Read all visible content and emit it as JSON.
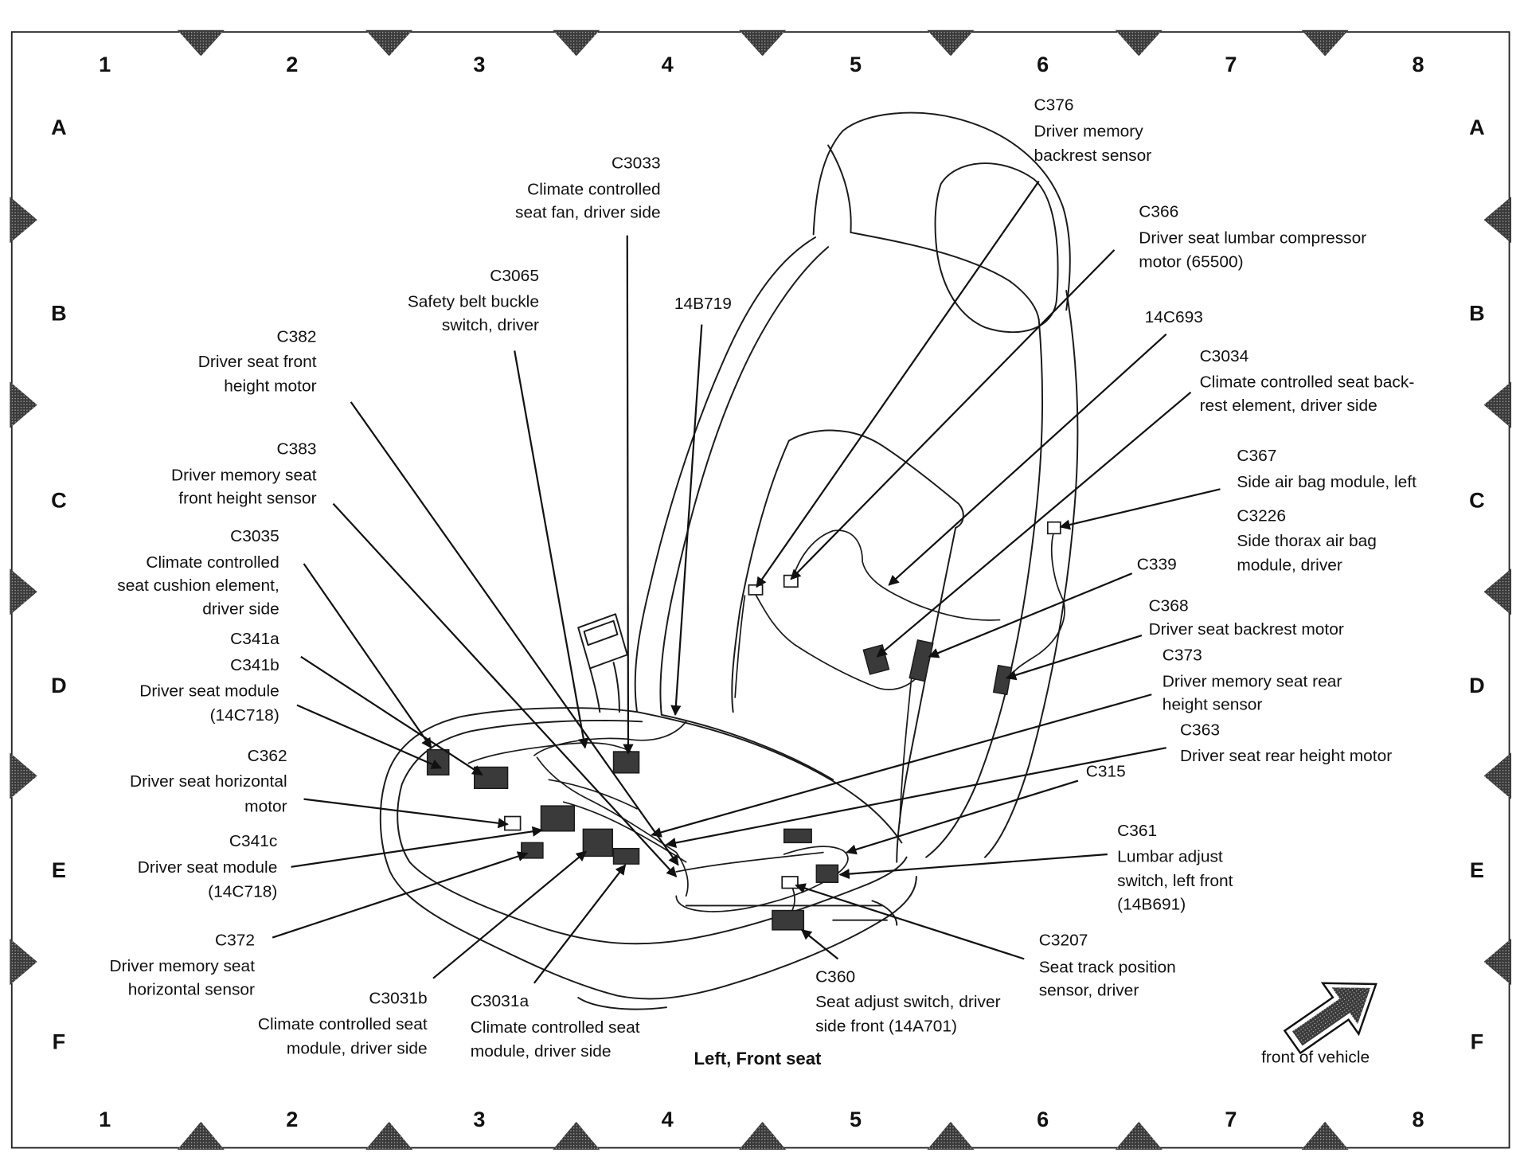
{
  "grid": {
    "columns": [
      "1",
      "2",
      "3",
      "4",
      "5",
      "6",
      "7",
      "8"
    ],
    "rows": [
      "A",
      "B",
      "C",
      "D",
      "E",
      "F"
    ]
  },
  "caption": "Left, Front seat",
  "orientation": {
    "label": "front of vehicle",
    "icon": "front-of-vehicle-arrow-icon"
  },
  "callouts": {
    "c3033": {
      "lines": [
        "C3033",
        "Climate controlled",
        "seat fan, driver side"
      ]
    },
    "c3065": {
      "lines": [
        "C3065",
        "Safety belt buckle",
        "switch, driver"
      ]
    },
    "c14b719": {
      "lines": [
        "14B719"
      ]
    },
    "c382": {
      "lines": [
        "C382",
        "Driver seat front",
        "height motor"
      ]
    },
    "c383": {
      "lines": [
        "C383",
        "Driver memory seat",
        "front height sensor"
      ]
    },
    "c3035": {
      "lines": [
        "C3035",
        "Climate controlled",
        "seat cushion element,",
        "driver side"
      ]
    },
    "c341ab": {
      "lines": [
        "C341a",
        "C341b",
        "Driver seat module",
        "(14C718)"
      ]
    },
    "c362": {
      "lines": [
        "C362",
        "Driver seat horizontal",
        "motor"
      ]
    },
    "c341c": {
      "lines": [
        "C341c",
        "Driver seat module",
        "(14C718)"
      ]
    },
    "c372": {
      "lines": [
        "C372",
        "Driver memory seat",
        "horizontal sensor"
      ]
    },
    "c3031b": {
      "lines": [
        "C3031b",
        "Climate controlled seat",
        "module, driver side"
      ]
    },
    "c3031a": {
      "lines": [
        "C3031a",
        "Climate controlled seat",
        "module, driver side"
      ]
    },
    "c376": {
      "lines": [
        "C376",
        "Driver memory",
        "backrest sensor"
      ]
    },
    "c366": {
      "lines": [
        "C366",
        "Driver seat lumbar compressor",
        "motor (65500)"
      ]
    },
    "c14c693": {
      "lines": [
        "14C693"
      ]
    },
    "c3034": {
      "lines": [
        "C3034",
        "Climate controlled seat back-",
        "rest element, driver side"
      ]
    },
    "c367": {
      "lines": [
        "C367",
        "Side air bag module, left"
      ]
    },
    "c3226": {
      "lines": [
        "C3226",
        "Side thorax air bag",
        "module, driver"
      ]
    },
    "c339": {
      "lines": [
        "C339"
      ]
    },
    "c368": {
      "lines": [
        "C368",
        "Driver seat backrest motor"
      ]
    },
    "c373": {
      "lines": [
        "C373",
        "Driver memory seat rear",
        "height sensor"
      ]
    },
    "c363": {
      "lines": [
        "C363",
        "Driver seat rear height motor"
      ]
    },
    "c315": {
      "lines": [
        "C315"
      ]
    },
    "c361": {
      "lines": [
        "C361",
        "Lumbar adjust",
        "switch, left front",
        "(14B691)"
      ]
    },
    "c3207": {
      "lines": [
        "C3207",
        "Seat track position",
        "sensor, driver"
      ]
    },
    "c360": {
      "lines": [
        "C360",
        "Seat adjust switch, driver",
        "side front (14A701)"
      ]
    }
  },
  "colors": {
    "line": "#222222",
    "marker_fill": "#555555",
    "background": "#ffffff"
  }
}
